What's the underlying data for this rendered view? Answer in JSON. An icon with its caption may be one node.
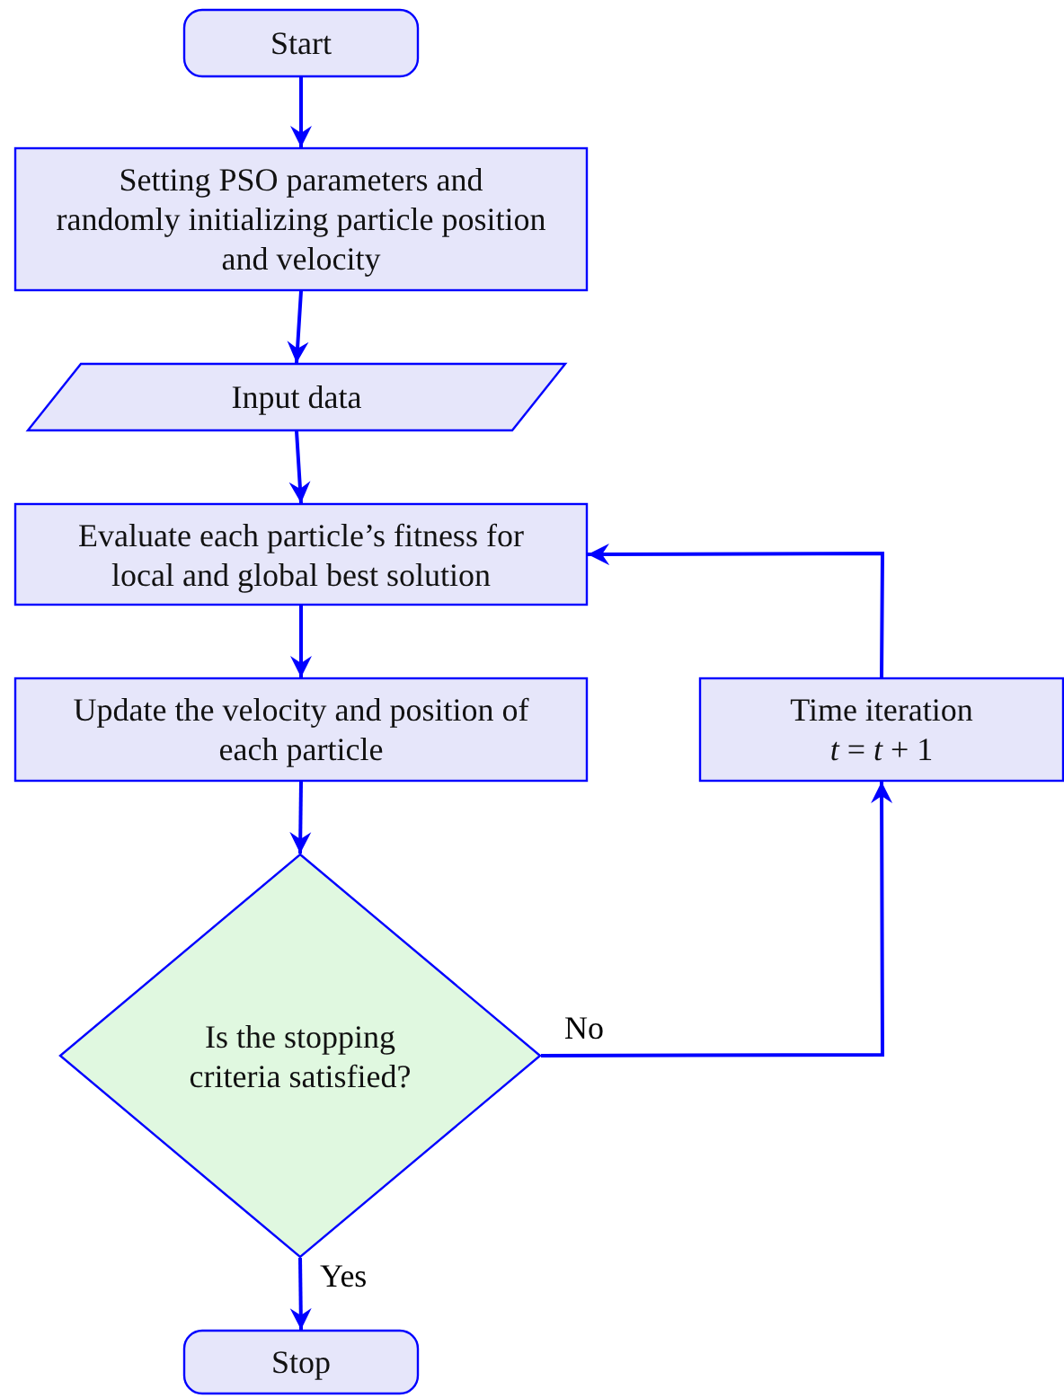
{
  "diagram": {
    "nodes": [
      {
        "text": [
          "Start"
        ]
      },
      {
        "text": [
          "Setting PSO parameters and randomly initializing particle position and velocity"
        ]
      },
      {
        "text": [
          "Input data"
        ]
      },
      {
        "text": [
          "Evaluate each particle’s fitness for local and global best solution"
        ]
      },
      {
        "text": [
          "Update the velocity and position of each particle"
        ]
      },
      {
        "text": [
          "Is the stopping criteria satisfied?"
        ]
      },
      {
        "text": [
          "Time iteration",
          "*t* = *t* + 1"
        ]
      },
      {
        "text": [
          "Stop"
        ]
      }
    ],
    "edges": [
      {
        "from": 0,
        "to": 1,
        "arrow": "to"
      },
      {
        "from": 1,
        "to": 2,
        "arrow": "to"
      },
      {
        "from": 2,
        "to": 3,
        "arrow": "to"
      },
      {
        "from": 3,
        "to": 4,
        "arrow": "to"
      },
      {
        "from": 4,
        "to": 5,
        "arrow": "to"
      },
      {
        "from": 5,
        "to": 6,
        "arrow": "to",
        "label": "No"
      },
      {
        "from": 6,
        "to": 3,
        "arrow": "to"
      },
      {
        "from": 5,
        "to": 7,
        "arrow": "to",
        "label": "Yes"
      }
    ]
  }
}
